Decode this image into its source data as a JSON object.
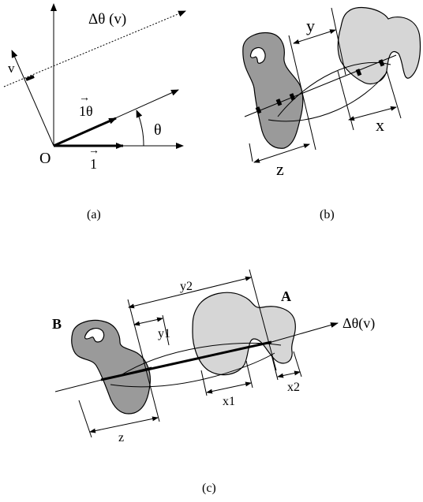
{
  "panel_a": {
    "delta_label": "Δθ (v)",
    "v_label": "v",
    "one_theta_label": "1θ",
    "vec_arrow": "→",
    "theta_label": "θ",
    "origin_label": "O",
    "one_label": "1",
    "caption": "(a)"
  },
  "panel_b": {
    "y_label": "y",
    "x_label": "x",
    "z_label": "z",
    "caption": "(b)"
  },
  "panel_c": {
    "y2_label": "y2",
    "y1_label": "y1",
    "A_label": "A",
    "B_label": "B",
    "delta_label": "Δθ(v)",
    "x1_label": "x1",
    "x2_label": "x2",
    "z_label": "z",
    "caption": "(c)"
  }
}
